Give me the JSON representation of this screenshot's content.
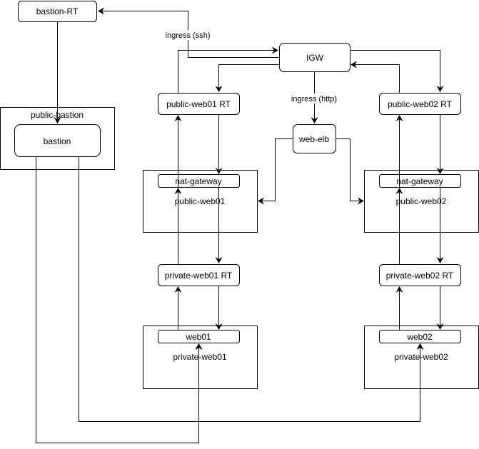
{
  "diagram": {
    "title": "",
    "colors": {
      "stroke": "#000000",
      "fill": "#ffffff",
      "edge": "#000000"
    },
    "subnets": [
      {
        "id": "public-bastion",
        "label": "public-bastion"
      },
      {
        "id": "public-web01",
        "label": "public-web01"
      },
      {
        "id": "public-web02",
        "label": "public-web02"
      },
      {
        "id": "private-web01",
        "label": "private-web01"
      },
      {
        "id": "private-web02",
        "label": "private-web02"
      }
    ],
    "nodes": [
      {
        "id": "bastion-rt",
        "label": "bastion-RT"
      },
      {
        "id": "igw",
        "label": "IGW"
      },
      {
        "id": "bastion",
        "label": "bastion"
      },
      {
        "id": "public-web01-rt",
        "label": "public-web01 RT"
      },
      {
        "id": "public-web02-rt",
        "label": "public-web02 RT"
      },
      {
        "id": "web-elb",
        "label": "web-elb"
      },
      {
        "id": "nat-gateway-01",
        "label": "nat-gateway"
      },
      {
        "id": "nat-gateway-02",
        "label": "nat-gateway"
      },
      {
        "id": "private-web01-rt",
        "label": "private-web01 RT"
      },
      {
        "id": "private-web02-rt",
        "label": "private-web02 RT"
      },
      {
        "id": "web01",
        "label": "web01"
      },
      {
        "id": "web02",
        "label": "web02"
      }
    ],
    "edges": [
      {
        "from": "igw",
        "to": "bastion-rt",
        "label": "ingress (ssh)"
      },
      {
        "from": "bastion-rt",
        "to": "bastion",
        "label": ""
      },
      {
        "from": "public-web01-rt",
        "to": "igw",
        "label": ""
      },
      {
        "from": "igw",
        "to": "public-web01-rt",
        "label": ""
      },
      {
        "from": "igw",
        "to": "public-web02-rt",
        "label": ""
      },
      {
        "from": "public-web02-rt",
        "to": "igw",
        "label": ""
      },
      {
        "from": "igw",
        "to": "web-elb",
        "label": "ingress (http)"
      },
      {
        "from": "web-elb",
        "to": "public-web01",
        "label": ""
      },
      {
        "from": "web-elb",
        "to": "public-web02",
        "label": ""
      },
      {
        "from": "nat-gateway-01",
        "to": "public-web01-rt",
        "label": ""
      },
      {
        "from": "public-web01-rt",
        "to": "nat-gateway-01",
        "label": ""
      },
      {
        "from": "nat-gateway-02",
        "to": "public-web02-rt",
        "label": ""
      },
      {
        "from": "public-web02-rt",
        "to": "nat-gateway-02",
        "label": ""
      },
      {
        "from": "private-web01-rt",
        "to": "nat-gateway-01",
        "label": ""
      },
      {
        "from": "nat-gateway-01",
        "to": "private-web01-rt",
        "label": ""
      },
      {
        "from": "private-web02-rt",
        "to": "nat-gateway-02",
        "label": ""
      },
      {
        "from": "nat-gateway-02",
        "to": "private-web02-rt",
        "label": ""
      },
      {
        "from": "web01",
        "to": "private-web01-rt",
        "label": ""
      },
      {
        "from": "private-web01-rt",
        "to": "web01",
        "label": ""
      },
      {
        "from": "web02",
        "to": "private-web02-rt",
        "label": ""
      },
      {
        "from": "private-web02-rt",
        "to": "web02",
        "label": ""
      },
      {
        "from": "bastion",
        "to": "web01",
        "label": ""
      },
      {
        "from": "bastion",
        "to": "web02",
        "label": ""
      }
    ]
  }
}
